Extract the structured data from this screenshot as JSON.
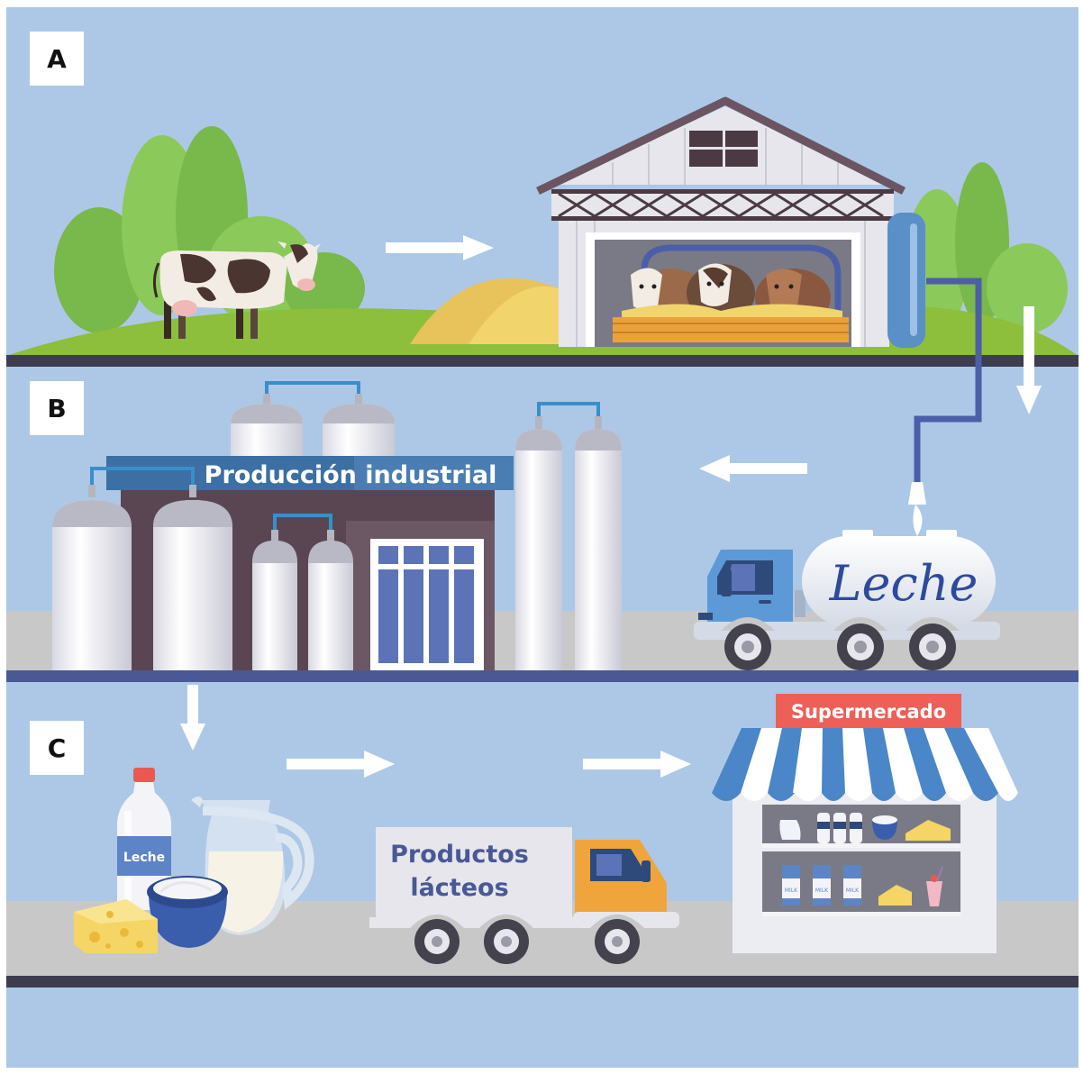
{
  "sections": [
    {
      "letter": "A"
    },
    {
      "letter": "B"
    },
    {
      "letter": "C"
    }
  ],
  "factory": {
    "label": "Producción industrial"
  },
  "tanker": {
    "label": "Leche"
  },
  "bottle": {
    "label": "Leche"
  },
  "truck": {
    "line1": "Productos",
    "line2": "lácteos"
  },
  "store": {
    "sign": "Supermercado",
    "carton_text": "MILK"
  },
  "colors": {
    "sky": "#adc8e6",
    "road": "#c8c8c8",
    "divider": "#3d3d4f",
    "divider_b": "#4a5896",
    "store_sign": "#ee5f57",
    "factory_sign": "#3c6fa3",
    "truck_cab": "#5d99d6",
    "small_truck_cab": "#f0a53c",
    "grass": "#8dbe3c",
    "barn": "#e6e6ec"
  }
}
